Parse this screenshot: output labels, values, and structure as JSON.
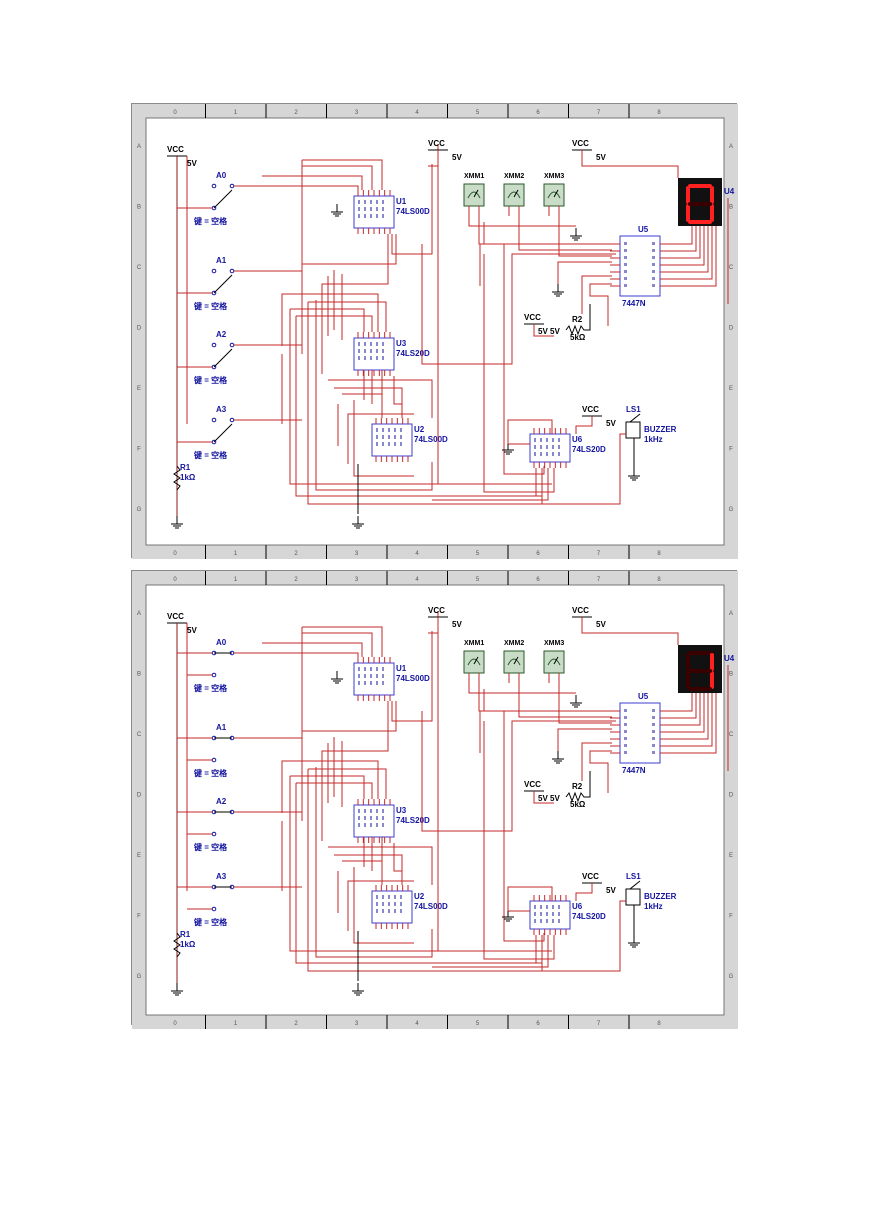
{
  "sheets": [
    {
      "id": "sheet-top",
      "display_digit": "0",
      "seg_on": [
        "a",
        "b",
        "c",
        "d",
        "e",
        "f"
      ]
    },
    {
      "id": "sheet-bottom",
      "display_digit": "1",
      "seg_on": [
        "b",
        "c"
      ]
    }
  ],
  "grid": {
    "columns": [
      "0",
      "1",
      "2",
      "3",
      "4",
      "5",
      "6",
      "7",
      "8"
    ],
    "rows": [
      "A",
      "B",
      "C",
      "D",
      "E",
      "F",
      "G"
    ]
  },
  "labels": {
    "vcc": "VCC",
    "v5": "5V",
    "switches": [
      "A0",
      "A1",
      "A2",
      "A3"
    ],
    "key": "键 = 空格",
    "r1": "R1",
    "r1_val": "1kΩ",
    "r2": "R2",
    "r2_val": "5kΩ",
    "u1": "U1",
    "u1_part": "74LS00D",
    "u2": "U2",
    "u2_part": "74LS00D",
    "u3": "U3",
    "u3_part": "74LS20D",
    "u6": "U6",
    "u6_part": "74LS20D",
    "u5": "U5",
    "u5_part": "7447N",
    "u4": "U4",
    "xmm": [
      "XMM1",
      "XMM2",
      "XMM3"
    ],
    "ls1": "LS1",
    "buzzer": "BUZZER",
    "buzzer_freq": "1kHz"
  },
  "colors": {
    "wire": "#c62828",
    "chip_outline": "#3b3bd0",
    "label": "#1414a0",
    "sheet_border": "#cfcfcf",
    "display_on": "#ff2020",
    "display_off": "#3a0000"
  }
}
